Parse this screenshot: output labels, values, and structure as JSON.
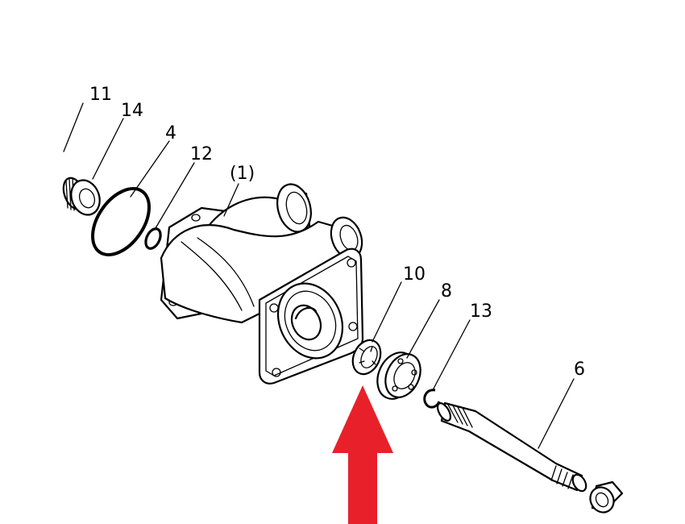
{
  "diagram": {
    "callouts": {
      "c11": "11",
      "c14": "14",
      "c4": "4",
      "c12": "12",
      "c1": "(1)",
      "c10": "10",
      "c8": "8",
      "c13": "13",
      "c6": "6"
    },
    "highlight_color": "#e8202a"
  }
}
